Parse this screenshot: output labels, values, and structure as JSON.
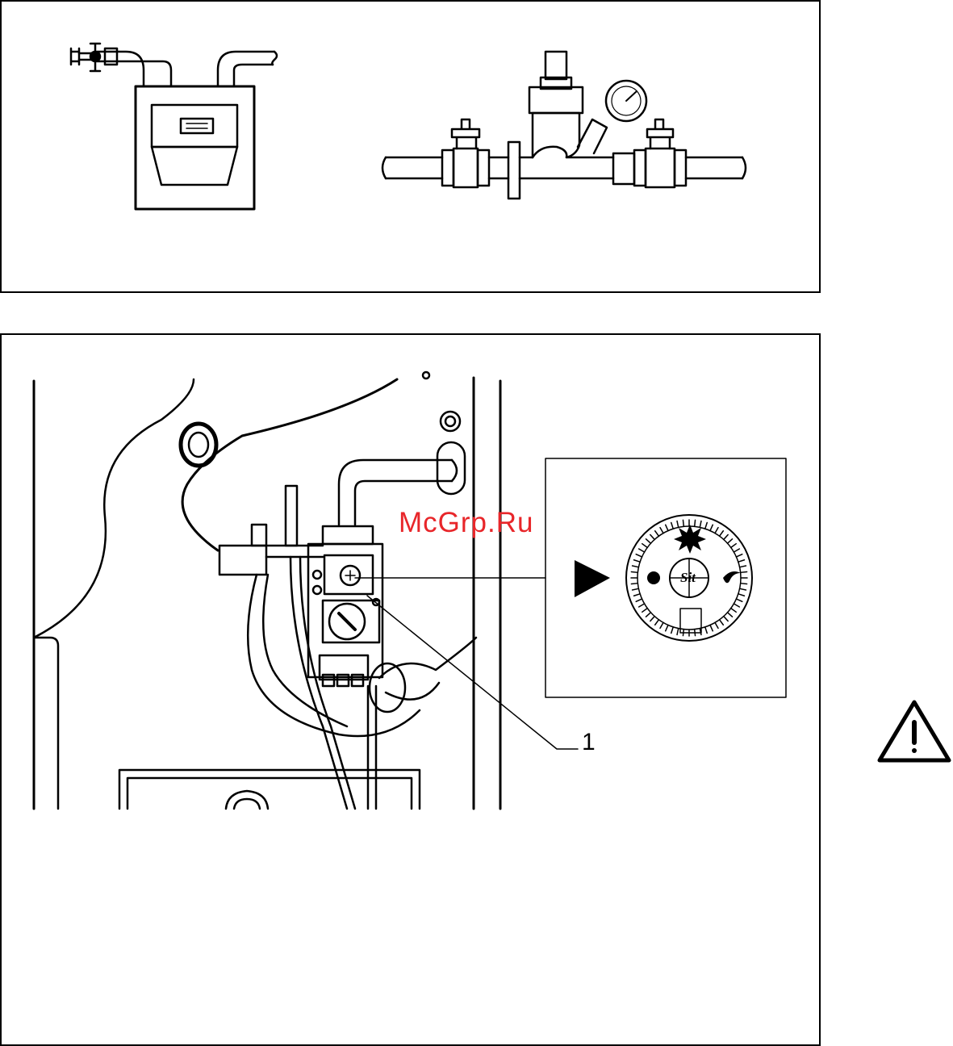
{
  "watermark": "McGrp.Ru",
  "callout_number": "1",
  "brand_logo": "Sit",
  "icons": {
    "top_left": "gas-meter-icon",
    "top_right": "pressure-reducer-valve-icon",
    "main": "boiler-gas-valve-icon",
    "inset": "ignition-dial-icon",
    "side": "warning-triangle-icon"
  }
}
